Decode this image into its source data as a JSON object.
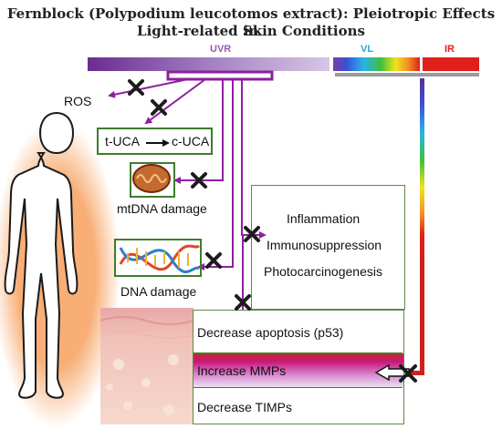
{
  "title_line1": "Fernblock (Polypodium leucotomos extract): Pleiotropic Effects in",
  "title_line2": "Light-related Skin Conditions",
  "spectrum": {
    "uvr": "UVR",
    "vl": "VL",
    "ir": "IR",
    "uvr_color": "#9b59b6",
    "vl_color": "#2aa7d6",
    "ir_color": "#e0201b"
  },
  "effects": {
    "ros": "ROS",
    "uca_from": "t-UCA",
    "uca_to": "c-UCA",
    "mtdna": "mtDNA damage",
    "dna": "DNA damage"
  },
  "inflammation_box": {
    "line1": "Inflammation",
    "line2": "Immunosuppression",
    "line3": "Photocarcinogenesis"
  },
  "skin_box": {
    "row1": "Decrease apoptosis (p53)",
    "row2": "Increase MMPs",
    "row3": "Decrease TIMPs"
  },
  "colors": {
    "arrow_purple": "#8e1fa0",
    "box_green": "#3e7d2c",
    "block_x": "#1c1c1c"
  }
}
